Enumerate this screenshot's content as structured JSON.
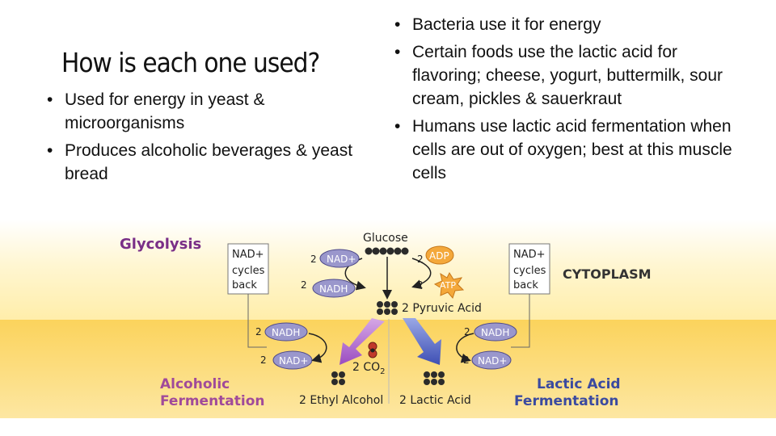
{
  "slide": {
    "title": "How is each one used?",
    "left_bullets": [
      "Used for energy in yeast & microorganisms",
      "Produces alcoholic beverages & yeast bread"
    ],
    "right_bullets": [
      "Bacteria use it for energy",
      "Certain foods use the lactic acid for flavoring; cheese, yogurt, buttermilk, sour cream, pickles & sauerkraut",
      "Humans use lactic acid fermentation when cells are out of oxygen; best at this muscle cells"
    ]
  },
  "diagram": {
    "glycolysis_label": "Glycolysis",
    "cytoplasm_label": "CYTOPLASM",
    "glucose_label": "Glucose",
    "pyruvic_label": "2 Pyruvic Acid",
    "adp_label": "ADP",
    "atp_label": "ATP",
    "nad_cycles_left": [
      "NAD+",
      "cycles",
      "back"
    ],
    "nad_cycles_right": [
      "NAD+",
      "cycles",
      "back"
    ],
    "nad_plus": "NAD+",
    "nadh": "NADH",
    "coefficient": "2",
    "co2_label": "2 CO",
    "co2_subscript": "2",
    "ethyl_label": "2 Ethyl Alcohol",
    "lactic_label": "2 Lactic Acid",
    "alcoholic_title": [
      "Alcoholic",
      "Fermentation"
    ],
    "lactic_title": [
      "Lactic Acid",
      "Fermentation"
    ],
    "colors": {
      "glycolysis_text": "#7a2f87",
      "alcoholic_text": "#a04a9a",
      "lactic_text": "#3a4aa0",
      "band_light": "#fff3c4",
      "band_dark": "#fbd86a",
      "nad_oval": "#9a97cc",
      "adp_oval": "#f4a83a"
    }
  }
}
